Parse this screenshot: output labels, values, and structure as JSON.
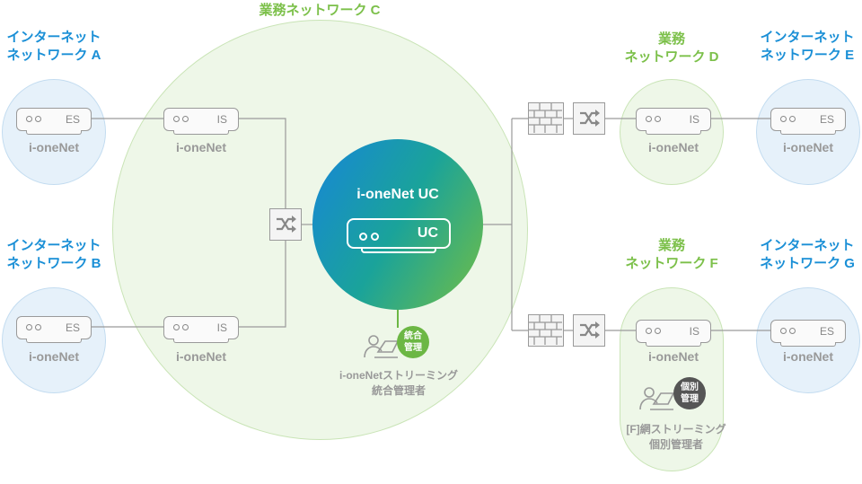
{
  "networks": {
    "inet_a": {
      "line1": "インターネット",
      "line2": "ネットワーク A"
    },
    "inet_b": {
      "line1": "インターネット",
      "line2": "ネットワーク B"
    },
    "biz_c": {
      "title": "業務ネットワーク C"
    },
    "biz_d": {
      "line1": "業務",
      "line2": "ネットワーク D"
    },
    "inet_e": {
      "line1": "インターネット",
      "line2": "ネットワーク E"
    },
    "biz_f": {
      "line1": "業務",
      "line2": "ネットワーク F"
    },
    "inet_g": {
      "line1": "インターネット",
      "line2": "ネットワーク G"
    }
  },
  "devices": {
    "es_a": {
      "kind": "ES",
      "label": "i-oneNet"
    },
    "is_a": {
      "kind": "IS",
      "label": "i-oneNet"
    },
    "es_b": {
      "kind": "ES",
      "label": "i-oneNet"
    },
    "is_b": {
      "kind": "IS",
      "label": "i-oneNet"
    },
    "is_d": {
      "kind": "IS",
      "label": "i-oneNet"
    },
    "es_e": {
      "kind": "ES",
      "label": "i-oneNet"
    },
    "is_f": {
      "kind": "IS",
      "label": "i-oneNet"
    },
    "es_g": {
      "kind": "ES",
      "label": "i-oneNet"
    }
  },
  "uc": {
    "title": "i-oneNet UC",
    "kind": "UC"
  },
  "admins": {
    "integrated": {
      "badge_line1": "統合",
      "badge_line2": "管理",
      "caption_line1": "i-oneNetストリーミング",
      "caption_line2": "統合管理者"
    },
    "individual": {
      "badge_line1": "個別",
      "badge_line2": "管理",
      "caption_line1": "[F]網ストリーミング",
      "caption_line2": "個別管理者"
    }
  },
  "colors": {
    "internet": "#1a8fd6",
    "business": "#7cc04a",
    "uc_gradient_start": "#1786d8",
    "uc_gradient_end": "#72be44"
  }
}
